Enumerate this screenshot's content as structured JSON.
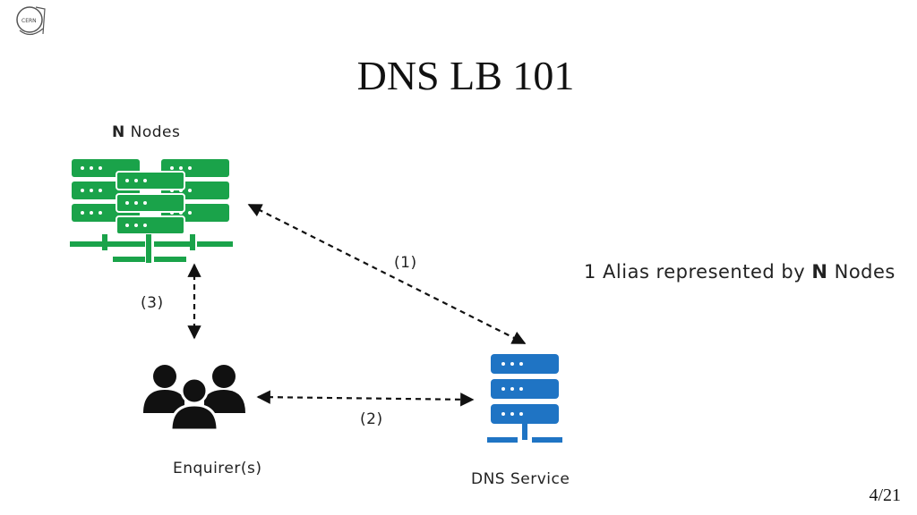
{
  "slide": {
    "title": "DNS LB 101",
    "page_number": "4/21",
    "logo_text": "CERN"
  },
  "nodes": {
    "count_letter": "N",
    "label_suffix": "Nodes",
    "color": "#1aa34a"
  },
  "dns_service": {
    "label": "DNS Service",
    "color": "#1f74c4"
  },
  "enquirer": {
    "label": "Enquirer(s)",
    "color": "#111111"
  },
  "arrows": {
    "step1": "(1)",
    "step2": "(2)",
    "step3": "(3)"
  },
  "note": {
    "prefix": "1 Alias represented by",
    "letter": "N",
    "suffix": "Nodes"
  }
}
